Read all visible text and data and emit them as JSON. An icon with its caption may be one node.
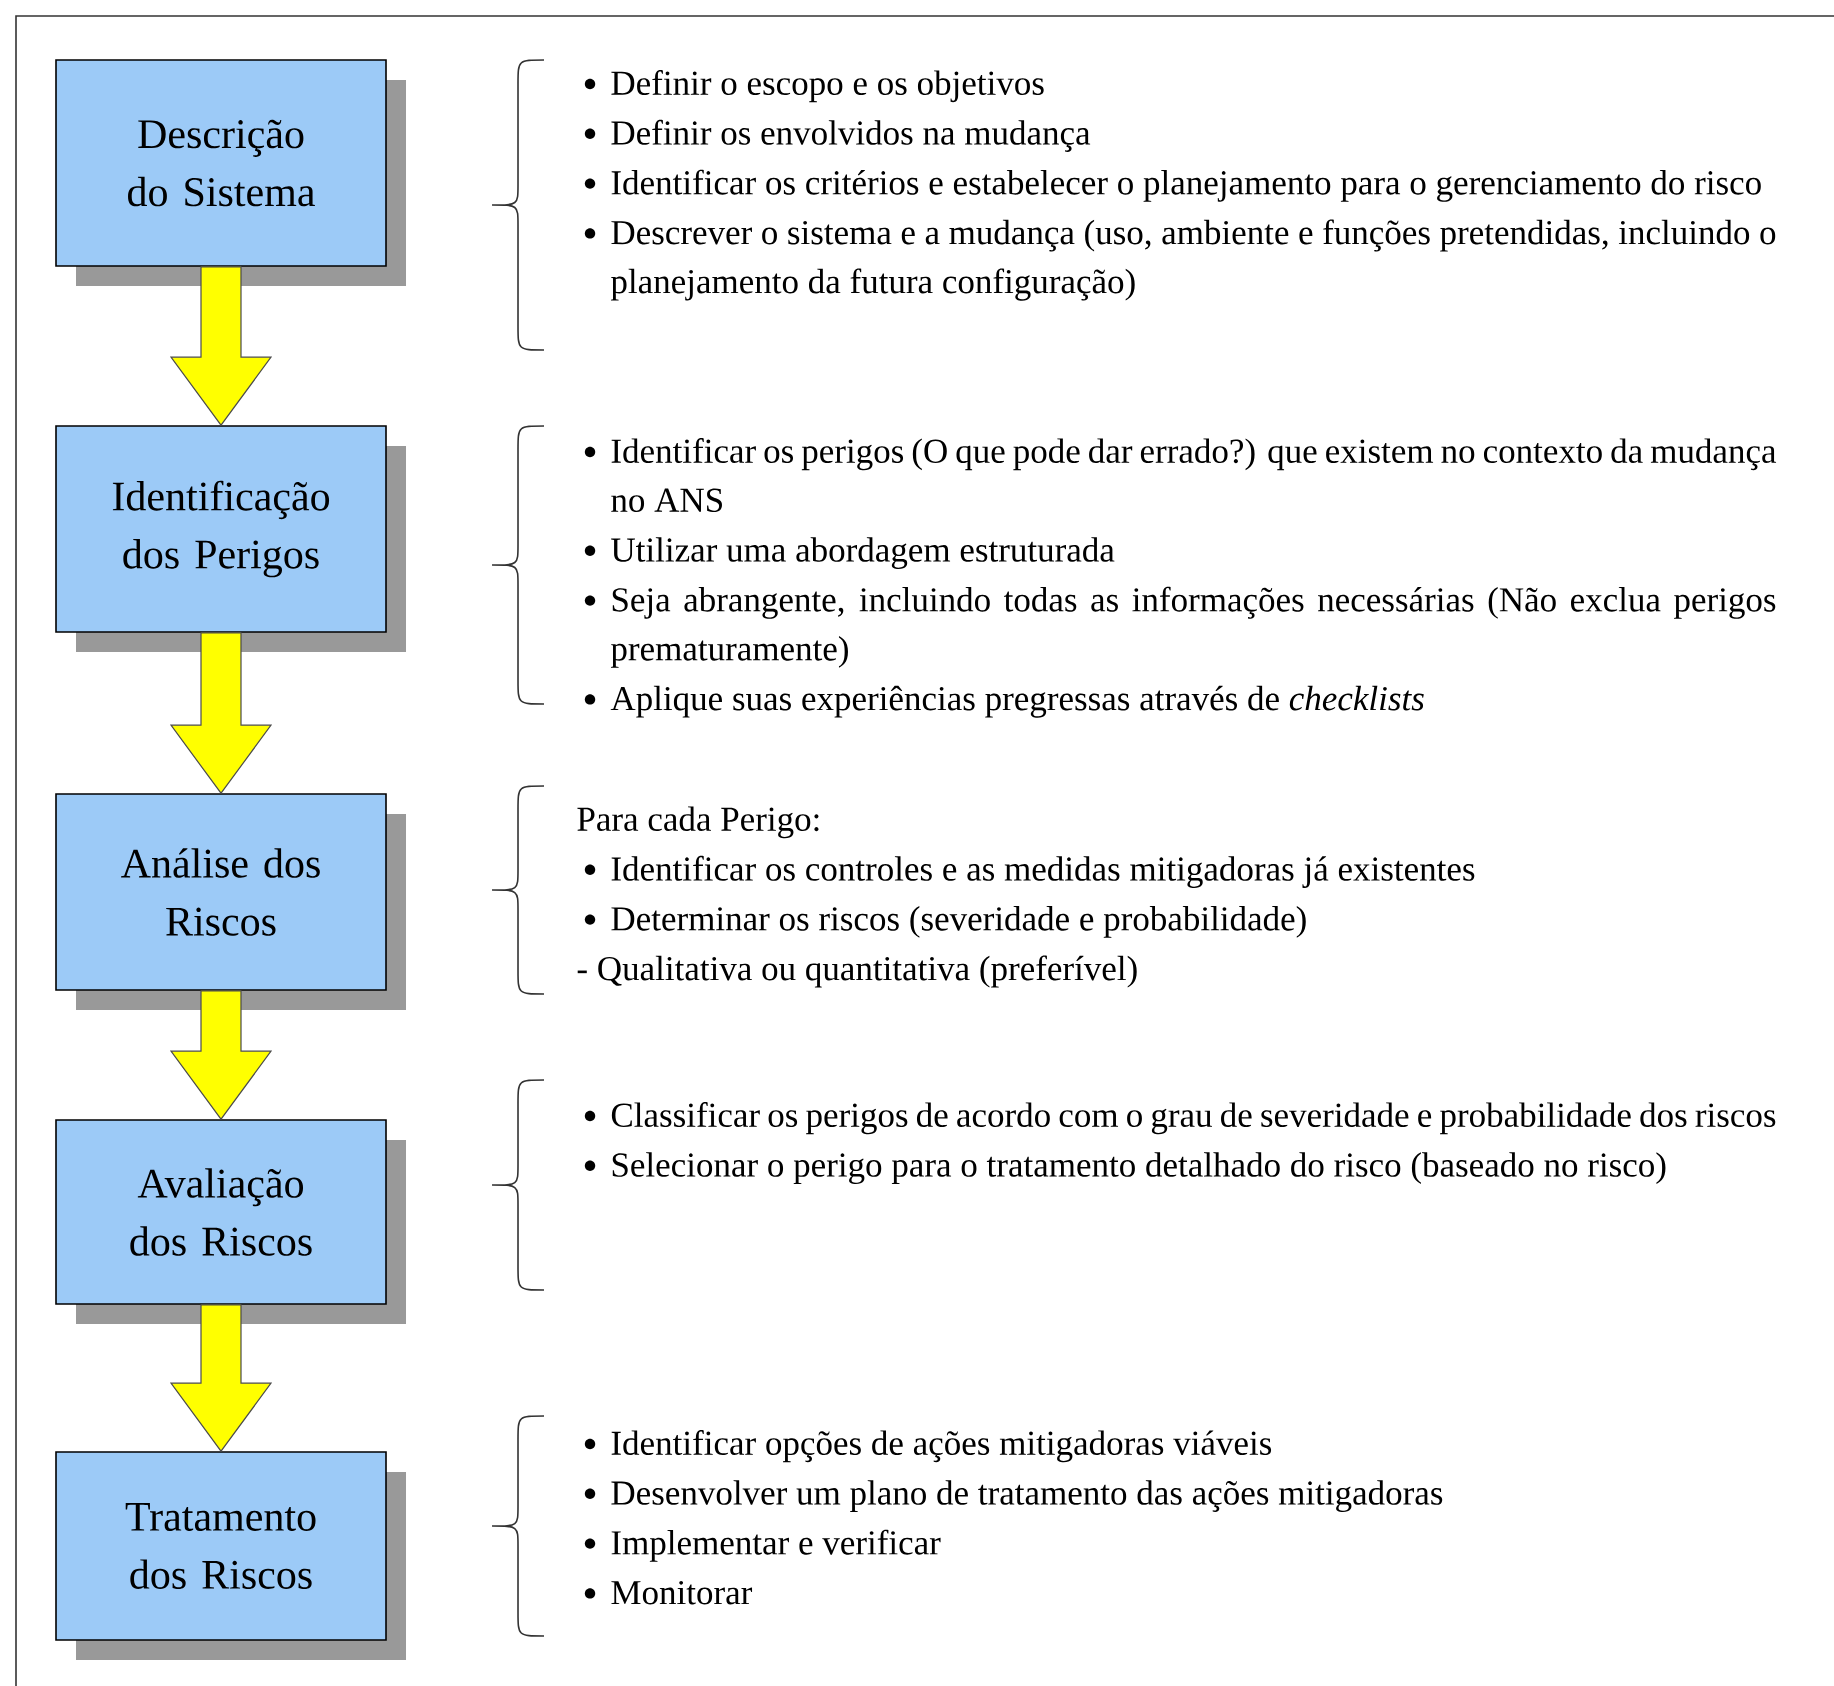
{
  "diagram": {
    "nodes": [
      {
        "text": [
          "Descrição do Sistema"
        ],
        "beside": [
          "Definir o escopo e os objetivos",
          "Definir os envolvidos na mudança",
          "Identificar os critérios e estabelecer o planejamento para o gerenciamento do risco",
          "Descrever o sistema e a mudança (uso, ambiente e funções pretendidas, incluindo o planejamento da futura configuração)"
        ]
      },
      {
        "text": [
          "Identificação dos Perigos"
        ],
        "beside": [
          "Identificar os perigos (O que pode dar errado?) que existem no contexto da mudança no ANS",
          "Utilizar uma abordagem estruturada",
          "Seja abrangente, incluindo todas as informações necessárias (Não exclua perigos prematuramente)",
          "Aplique suas experiências pregressas através de *checklists*"
        ]
      },
      {
        "text": [
          "Análise dos Riscos"
        ],
        "beside": [
          "Para cada Perigo:",
          "Identificar os controles e as medidas mitigadoras já existentes",
          "Determinar os riscos (severidade e probabilidade)",
          "- Qualitativa ou quantitativa (preferível)"
        ]
      },
      {
        "text": [
          "Avaliação dos Riscos"
        ],
        "beside": [
          "Classificar os perigos de acordo com o grau de severidade e probabilidade dos riscos",
          "Selecionar o perigo para o tratamento detalhado do risco (baseado no risco)"
        ]
      },
      {
        "text": [
          "Tratamento dos Riscos"
        ],
        "beside": [
          "Identificar opções de ações mitigadoras viáveis",
          "Desenvolver um plano de tratamento das ações mitigadoras",
          "Implementar e verificar",
          "Monitorar"
        ]
      }
    ],
    "edges": [
      {
        "from": 0,
        "to": 1,
        "arrow": "to"
      },
      {
        "from": 1,
        "to": 2,
        "arrow": "to"
      },
      {
        "from": 2,
        "to": 3,
        "arrow": "to"
      },
      {
        "from": 3,
        "to": 4,
        "arrow": "to"
      }
    ]
  }
}
